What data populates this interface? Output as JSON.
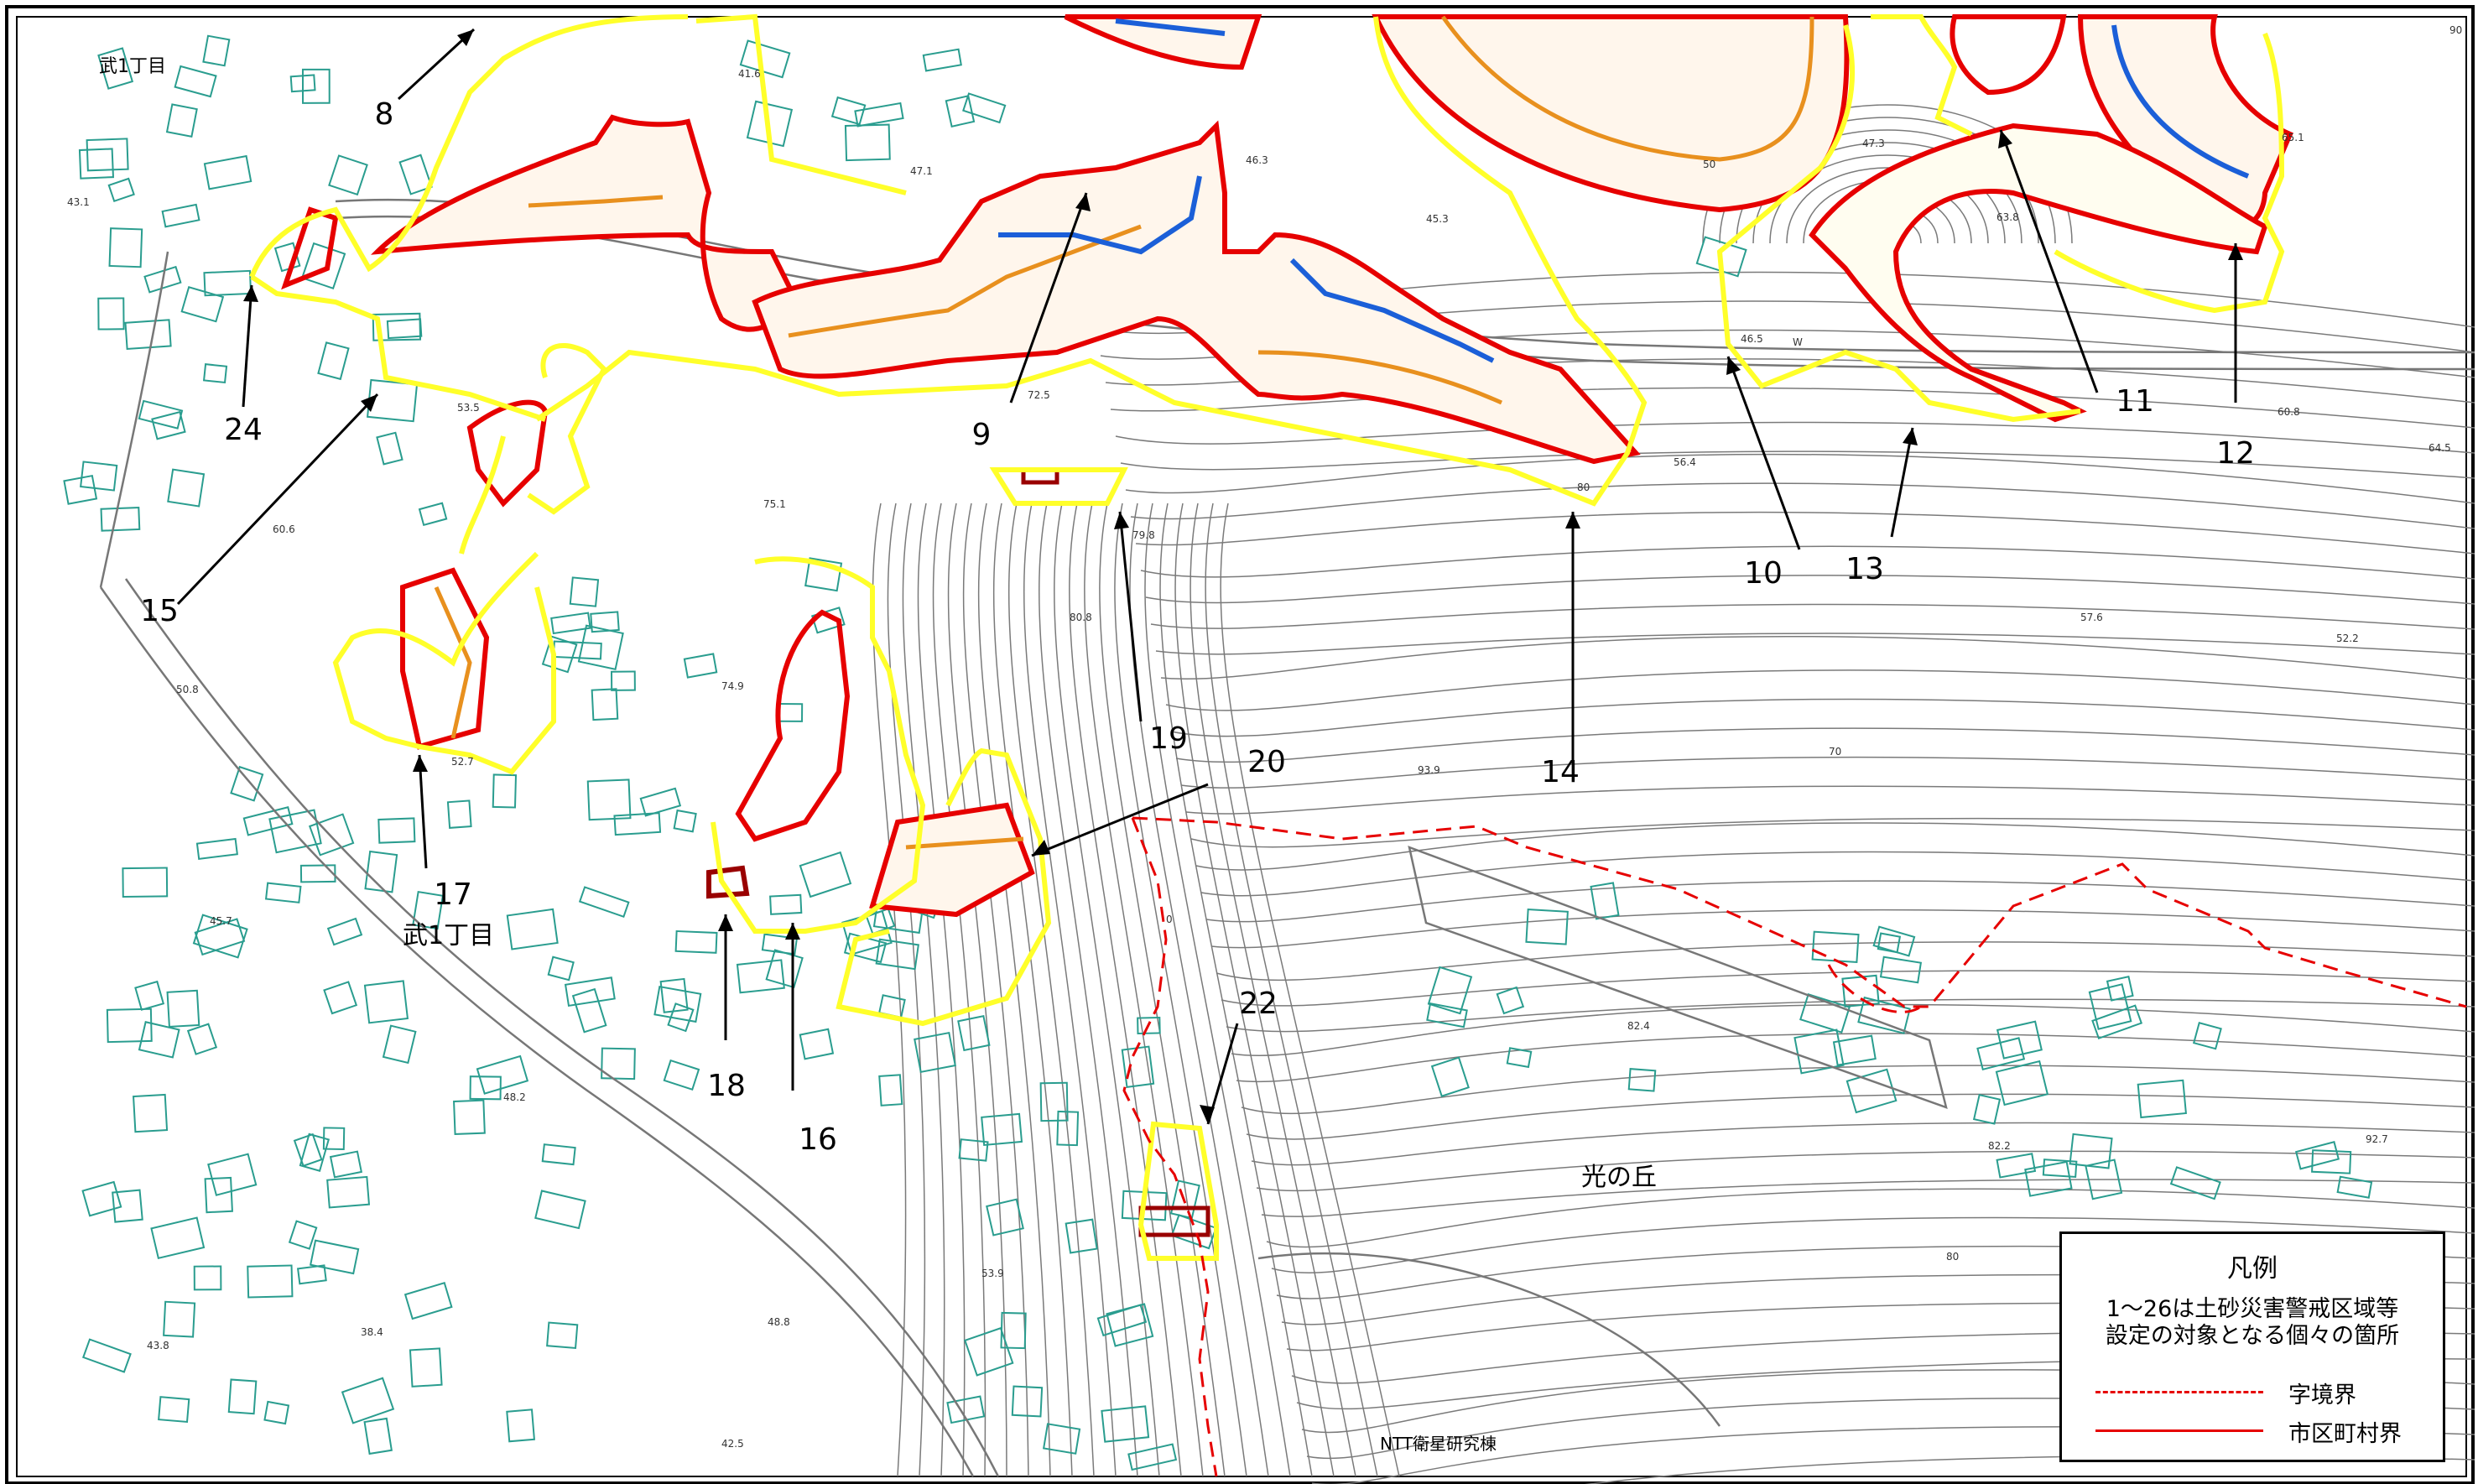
{
  "map": {
    "place_labels": [
      {
        "id": "place-take-top",
        "text": "武1丁目"
      },
      {
        "id": "place-take-mid",
        "text": "武1丁目"
      },
      {
        "id": "place-hikarinooka",
        "text": "光の丘"
      },
      {
        "id": "place-ntt",
        "text": "NTT衛星研究棟"
      }
    ],
    "site_numbers": [
      "8",
      "9",
      "10",
      "11",
      "12",
      "13",
      "14",
      "15",
      "16",
      "17",
      "18",
      "19",
      "20",
      "22",
      "24"
    ],
    "elevation_labels": [
      "41.6",
      "43.1",
      "47.1",
      "46.3",
      "45.3",
      "50",
      "47.3",
      "65.1",
      "63.8",
      "90",
      "60.8",
      "64.5",
      "46.5",
      "W",
      "53.5",
      "72.5",
      "56.4",
      "80",
      "60.6",
      "75.1",
      "79.8",
      "80.8",
      "74.9",
      "50.8",
      "52.7",
      "93.9",
      "70",
      "57.6",
      "52.2",
      "45.7",
      "82.4",
      "82.2",
      "92.7",
      "48.2",
      "80",
      "53.9",
      "48.8",
      "38.4",
      "43.8",
      "42.5",
      "0"
    ],
    "colors": {
      "zone_yellow": "#ffff2a",
      "boundary_red": "#e60000",
      "slope_orange": "#e8901e",
      "special_blue": "#1b5fd8",
      "building_teal": "#2a9d8f",
      "contour": "#7a7a7a"
    }
  },
  "legend": {
    "title": "凡例",
    "description_line1": "1〜26は土砂災害警戒区域等",
    "description_line2": "設定の対象となる個々の箇所",
    "items": [
      {
        "label": "字境界",
        "style": "dashed-red"
      },
      {
        "label": "市区町村界",
        "style": "solid-red"
      }
    ]
  }
}
